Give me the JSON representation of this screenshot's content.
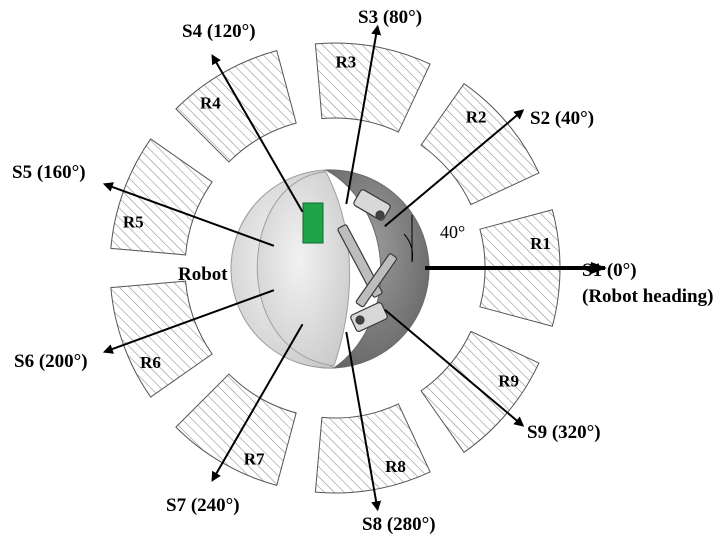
{
  "diagram": {
    "robot_label": "Robot",
    "angle_annotation": "40°",
    "heading_note": "(Robot heading)",
    "sensors": [
      {
        "name": "S1",
        "angle_deg": 0,
        "label": "S1 (0°)"
      },
      {
        "name": "S2",
        "angle_deg": 40,
        "label": "S2 (40°)"
      },
      {
        "name": "S3",
        "angle_deg": 80,
        "label": "S3 (80°)"
      },
      {
        "name": "S4",
        "angle_deg": 120,
        "label": "S4 (120°)"
      },
      {
        "name": "S5",
        "angle_deg": 160,
        "label": "S5 (160°)"
      },
      {
        "name": "S6",
        "angle_deg": 200,
        "label": "S6 (200°)"
      },
      {
        "name": "S7",
        "angle_deg": 240,
        "label": "S7 (240°)"
      },
      {
        "name": "S8",
        "angle_deg": 280,
        "label": "S8 (280°)"
      },
      {
        "name": "S9",
        "angle_deg": 320,
        "label": "S9 (320°)"
      }
    ],
    "regions": [
      {
        "label": "R1",
        "center_deg": 0
      },
      {
        "label": "R2",
        "center_deg": 40
      },
      {
        "label": "R3",
        "center_deg": 80
      },
      {
        "label": "R4",
        "center_deg": 120
      },
      {
        "label": "R5",
        "center_deg": 160
      },
      {
        "label": "R6",
        "center_deg": 200
      },
      {
        "label": "R7",
        "center_deg": 240
      },
      {
        "label": "R8",
        "center_deg": 280
      },
      {
        "label": "R9",
        "center_deg": 320
      }
    ],
    "colors": {
      "sector_hatch": "#8a8a8a",
      "sector_outline": "#555555",
      "robot_shell": "#dcdcdc",
      "robot_body": "#7d7d7d",
      "indicator": "#1fa44a",
      "arrow": "#000000"
    }
  }
}
